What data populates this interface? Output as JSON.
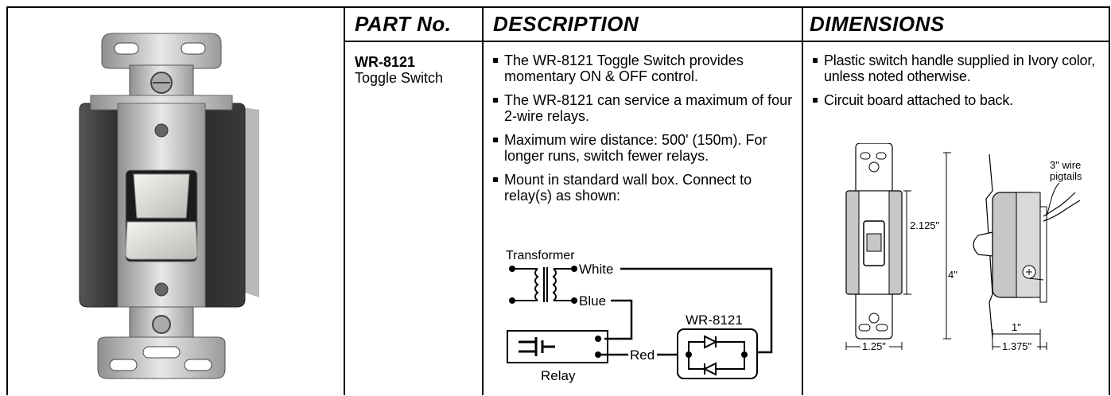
{
  "table": {
    "headers": {
      "part_no": "PART No.",
      "description": "DESCRIPTION",
      "dimensions": "DIMENSIONS"
    },
    "part": {
      "number": "WR-8121",
      "name": "Toggle Switch"
    },
    "description_items": [
      "The WR-8121 Toggle Switch provides momentary ON & OFF control.",
      "The WR-8121 can service a maximum of four 2-wire relays.",
      "Maximum wire distance: 500' (150m). For longer runs, switch fewer relays.",
      "Mount in standard wall box. Connect to relay(s) as shown:"
    ],
    "dimension_items": [
      "Plastic switch handle supplied in Ivory color, unless noted otherwise.",
      "Circuit board attached to back."
    ]
  },
  "wiring_diagram": {
    "transformer": "Transformer",
    "white": "White",
    "blue": "Blue",
    "red": "Red",
    "relay": "Relay",
    "switch": "WR-8121"
  },
  "dimension_drawing": {
    "height_inner": "2.125\"",
    "height_total": "4\"",
    "width_front": "1.25\"",
    "depth": "1\"",
    "depth_total": "1.375\"",
    "wire_label_1": "3\" wire",
    "wire_label_2": "pigtails"
  },
  "colors": {
    "rule": "#000000",
    "metal": "#c9c9c9",
    "body_dark": "#2a2a2a",
    "handle": "#e6e6e2"
  }
}
